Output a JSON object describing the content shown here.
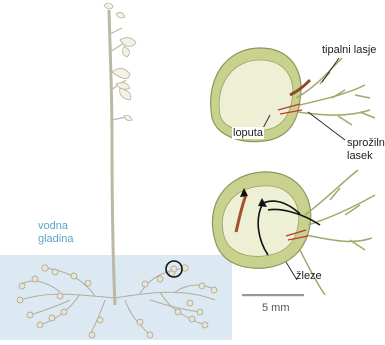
{
  "water_label_line1": "vodna",
  "water_label_line2": "gladina",
  "label_trap_door": "loputa",
  "label_tentacles": "tipalni lasje",
  "label_trigger_line1": "sprožilni",
  "label_trigger_line2": "lasek",
  "label_glands": "žleze",
  "scale_bar_label": "5 mm",
  "colors": {
    "water": "#dde9f2",
    "water_text": "#5aa6c8",
    "trap_fill": "#c9d18e",
    "trap_inner": "#eef0d6",
    "stem": "#cfcab8",
    "scale_bar": "#999999"
  }
}
